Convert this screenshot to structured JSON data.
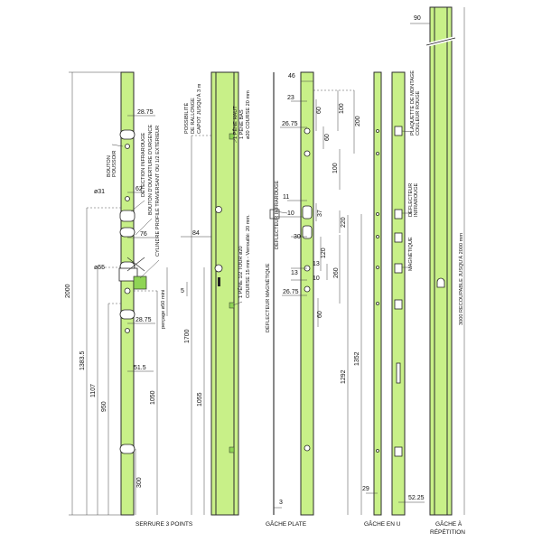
{
  "labels": {
    "serrure": "SERRURE 3 POINTS",
    "gache_plate": "GÂCHE PLATE",
    "gache_u": "GÂCHE EN U",
    "gache_rep_1": "GÂCHE À",
    "gache_rep_2": "RÉPÉTITION"
  },
  "notes": {
    "bouton_poussoir": [
      "BOUTON",
      "POUSSOIR"
    ],
    "detection": "DÉTECTION INFRAROUGE",
    "bouton_urgence": "BOUTON D'OUVERTURE D'URGENCE",
    "cylindre": "CYLINDRE PROFILÉ TRAVERSANT OU 1/2 EXTÉRIEUR",
    "percage": "perçage ø50 mini",
    "possibilite": [
      "POSSIBILITÉ",
      "DE RALLONGE",
      "CAPOT JUSQU'À 3 m"
    ],
    "pene_haut": [
      "1 PÊNE HAUT",
      "1 PÊNE BAS",
      "ø20 COURSE 20 mm"
    ],
    "pene_demi": [
      "1 PÊNE 1/2 TOUR  ø20",
      "COURSE 15 mm - Verrouillé: 20 mm."
    ],
    "deflecteur_ir": "DÉFLECTEUR INFRAROUGE",
    "deflecteur_mag": "DÉFLECTEUR MAGNÉTIQUE",
    "plaquette": [
      "PLAQUETTE DE MONTAGE",
      "COULEUR ROUGE"
    ],
    "deflecteur_ir2": [
      "DÉFLECTEUR",
      "INFRAROUGE"
    ],
    "magnetique": "MAGNÉTIQUE",
    "recoupable": "3000 RECOUPABLE JUSQU'À 2000 mm"
  },
  "dims": {
    "d2000": "2000",
    "d1383": "1383.5",
    "d1107": "1107",
    "d950": "950",
    "d1050": "1050",
    "d300": "300",
    "d28_75a": "28.75",
    "d28_75b": "28.75",
    "d31": "ø31",
    "d62": "62",
    "d76": "76",
    "d55": "ø55",
    "d51_5": "51.5",
    "d84": "84",
    "d5": "5",
    "d1700": "1700",
    "d1055": "1055",
    "d46": "46",
    "d23": "23",
    "d60a": "60",
    "d100a": "100",
    "d200": "200",
    "d26_75a": "26.75",
    "d60b": "60",
    "d100b": "100",
    "d11": "11",
    "d10": "10",
    "d37": "37",
    "d220": "220",
    "d30": "30",
    "d120": "120",
    "d13a": "13",
    "d13b": "13",
    "d260": "260",
    "d10b": "10",
    "d26_75b": "26.75",
    "d60c": "60",
    "d3": "3",
    "d1292": "1292",
    "d1352": "1352",
    "d90": "90",
    "d29": "29",
    "d52_25": "52.25"
  }
}
